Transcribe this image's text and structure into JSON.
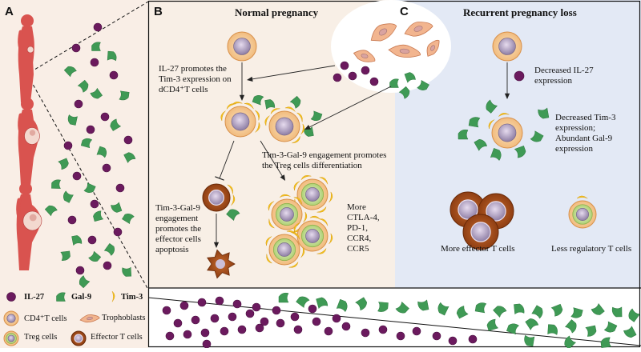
{
  "panels": {
    "a_letter": "A",
    "b_letter": "B",
    "c_letter": "C",
    "b_title": "Normal pregnancy",
    "c_title": "Recurrent pregnancy loss"
  },
  "normal": {
    "il27_text": [
      "IL-27 promotes the",
      "Tim-3 expression on",
      "dCD4⁺T cells"
    ],
    "engagement_treg": [
      "Tim-3-Gal-9 engagement promotes",
      "the Treg cells differentiation"
    ],
    "apoptosis_text": [
      "Tim-3-Gal-9",
      "engagement",
      "promotes the",
      "effector cells",
      "apoptosis"
    ],
    "more_text": [
      "More",
      "CTLA-4,",
      "PD-1,",
      "CCR4,",
      "CCR5"
    ]
  },
  "rpl": {
    "decreased_il27": [
      "Decreased IL-27",
      "expression"
    ],
    "decreased_tim3": [
      "Decreased Tim-3",
      "expression;",
      "Abundant Gal-9",
      "expression"
    ],
    "more_effector": "More effector T cells",
    "less_treg": "Less regulatory T cells"
  },
  "legend": {
    "il27": "IL-27",
    "gal9": "Gal-9",
    "tim3": "Tim-3",
    "cd4": "CD4⁺T cells",
    "trophoblasts": "Trophoblasts",
    "treg": "Treg cells",
    "effector": "Effector T cells"
  },
  "colors": {
    "il27": "#6b1a5e",
    "gal9": "#3f9a55",
    "tim3": "#f4c21c",
    "panel_b_bg": "#f8efe6",
    "panel_c_bg": "#e3e9f5",
    "panel_a_bg": "#f9eee6",
    "pregnant_figure": "#d9534f",
    "cd4_cell": "#f6c690",
    "treg_ring": "#c6df8e",
    "effector_cell": "#a94f1a",
    "trophoblast": "#f2b58f"
  }
}
